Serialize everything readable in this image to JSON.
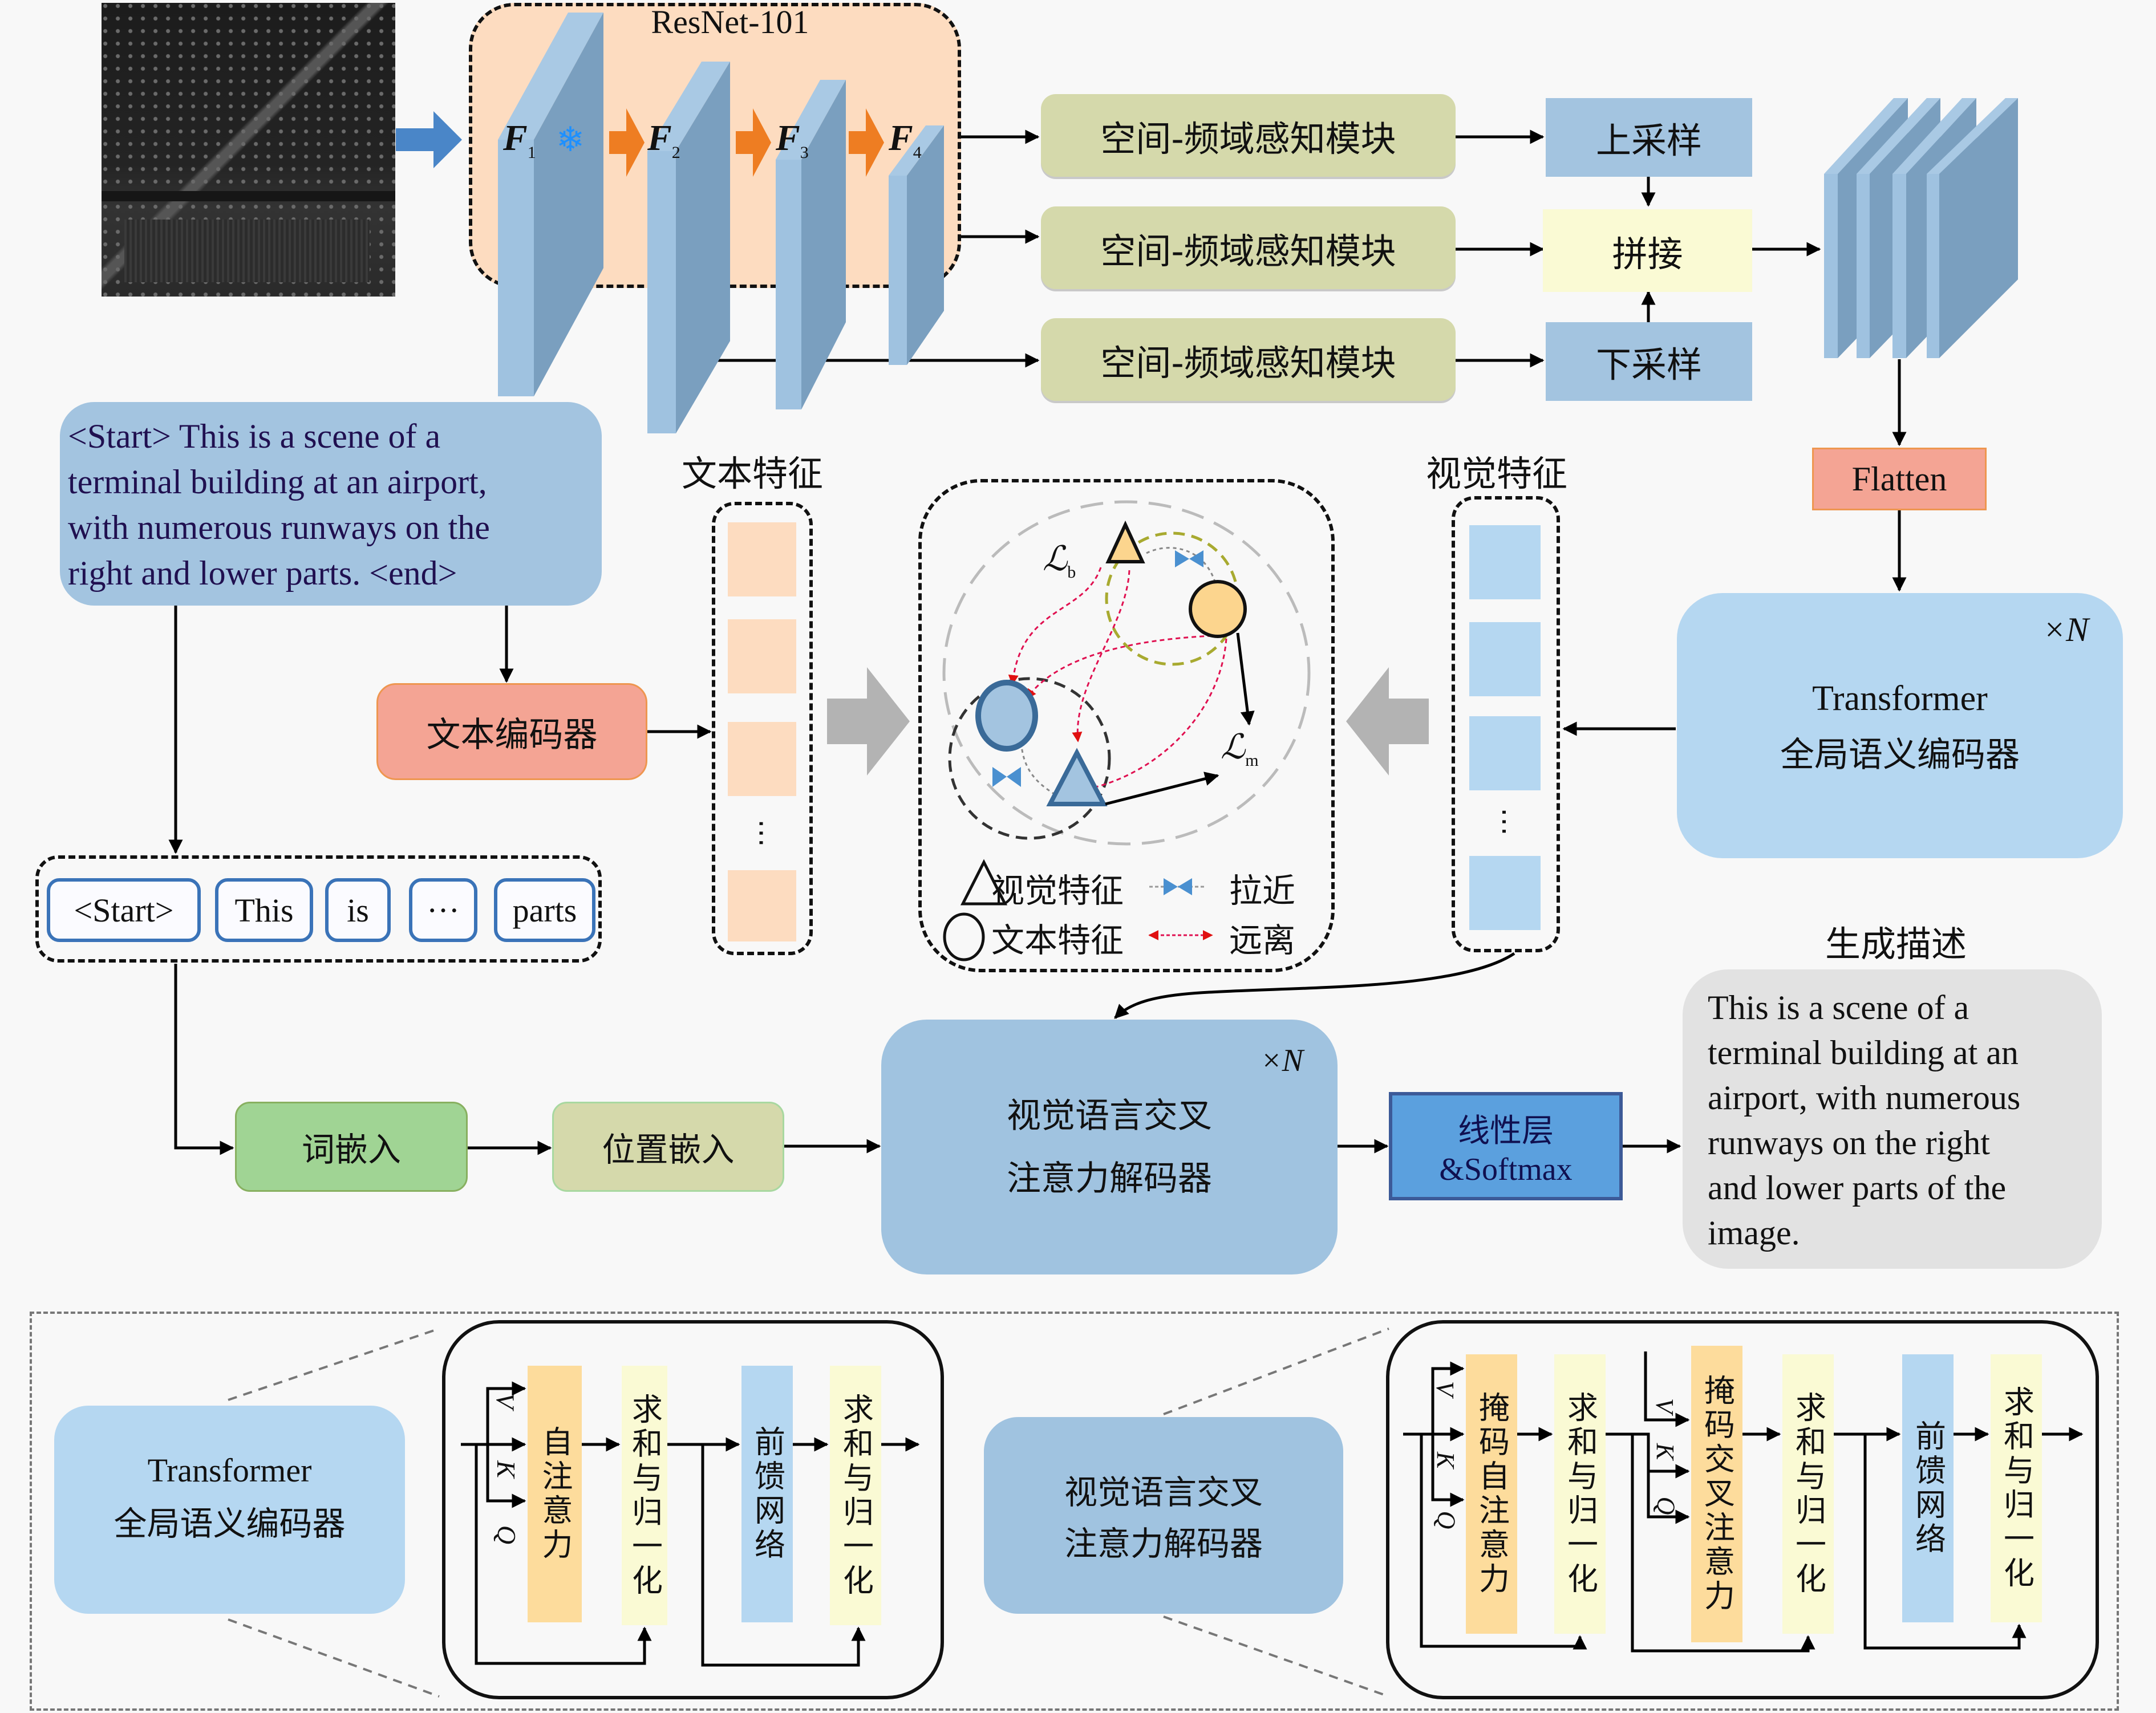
{
  "backbone": {
    "title": "ResNet-101",
    "stages": [
      {
        "label": "F",
        "sub": "1"
      },
      {
        "label": "F",
        "sub": "2"
      },
      {
        "label": "F",
        "sub": "3"
      },
      {
        "label": "F",
        "sub": "4"
      }
    ],
    "frozen_icon": "snowflake-icon"
  },
  "modules": {
    "sfpm": [
      "空间-频域感知模块",
      "空间-频域感知模块",
      "空间-频域感知模块"
    ],
    "upsample": "上采样",
    "concat": "拼接",
    "downsample": "下采样",
    "flatten": "Flatten"
  },
  "encoder": {
    "repeat": "×N",
    "line1": "Transformer",
    "line2": "全局语义编码器"
  },
  "input_caption": "<Start> This is a scene of a terminal building at an airport, with numerous runways on the right and lower parts. <end>",
  "input_caption_lines": [
    "<Start> This is a scene of a",
    "terminal building at an airport,",
    "with numerous runways on the",
    "right and lower parts. <end>"
  ],
  "text_encoder": "文本编码器",
  "text_features_label": "文本特征",
  "visual_features_label": "视觉特征",
  "contrastive": {
    "loss_b": "ℒ",
    "loss_b_sub": "b",
    "loss_m": "ℒ",
    "loss_m_sub": "m",
    "legend": {
      "triangle": "视觉特征",
      "circle": "文本特征",
      "pull": "拉近",
      "push": "远离"
    }
  },
  "tokens": [
    "<Start>",
    "This",
    "is",
    "···",
    "parts"
  ],
  "word_embedding": "词嵌入",
  "position_embedding": "位置嵌入",
  "decoder": {
    "repeat": "×N",
    "line1": "视觉语言交叉",
    "line2": "注意力解码器"
  },
  "linear": {
    "line1": "线性层",
    "line2": "&Softmax"
  },
  "output": {
    "label": "生成描述",
    "lines": [
      "This is a scene of a",
      "terminal building at an",
      "airport, with numerous",
      "runways on the right",
      "and lower parts of the",
      "image."
    ]
  },
  "detail_encoder": {
    "title1": "Transformer",
    "title2": "全局语义编码器",
    "blocks": [
      "自注意力",
      "求和与归一化",
      "前馈网络",
      "求和与归一化"
    ],
    "qkv": [
      "V",
      "K",
      "Q"
    ]
  },
  "detail_decoder": {
    "title1": "视觉语言交叉",
    "title2": "注意力解码器",
    "blocks": [
      "掩码自注意力",
      "求和与归一化",
      "掩码交叉注意力",
      "求和与归一化",
      "前馈网络",
      "求和与归一化"
    ],
    "qkv": [
      "V",
      "K",
      "Q"
    ]
  },
  "colors": {
    "module_green": "#d5d9ab",
    "sampler_blue": "#a3c4e0",
    "concat_yellow": "#fafad4",
    "resnet_bg": "#fddcc0",
    "layer_front": "#9fc2e0",
    "layer_side": "#7a9fbf",
    "orange_arrow": "#ee7d22",
    "encoder_blue": "#b5d7f1",
    "decoder_blue": "#a0c3e0",
    "text_encoder_red": "#f4a494",
    "word_emb_green": "#a0d494",
    "pos_emb_green": "#d5d9ab",
    "linear_blue": "#5ba0de",
    "output_gray": "#e2e2e2",
    "attn_orange": "#fddc9c",
    "addnorm_yellow": "#fafad4",
    "ffn_blue": "#b5d7f1",
    "push_red": "#e01010",
    "pull_blue": "#4a90d0"
  }
}
